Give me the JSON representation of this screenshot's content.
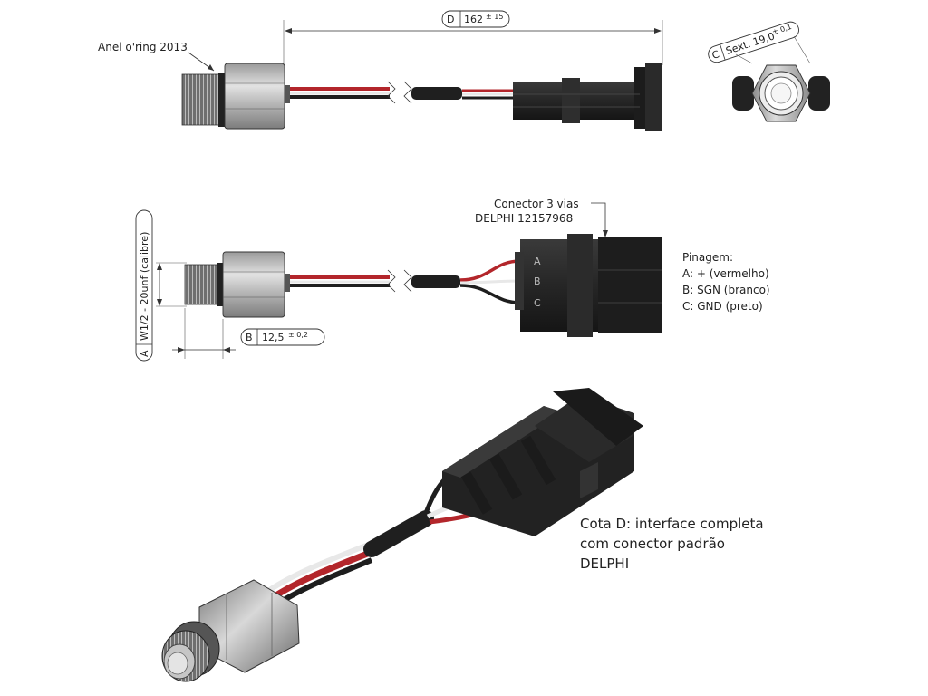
{
  "labels": {
    "oring": "Anel o'ring 2013",
    "connector_line1": "Conector 3 vias",
    "connector_line2": "DELPHI 12157968",
    "pinout_title": "Pinagem:",
    "pin_a": "A: + (vermelho)",
    "pin_b": "B: SGN (branco)",
    "pin_c": "C: GND (preto)",
    "note_line1": "Cota D: interface completa",
    "note_line2": "com conector padrão",
    "note_line3": "DELPHI"
  },
  "pin_letters": {
    "a": "A",
    "b": "B",
    "c": "C"
  },
  "dimensions": {
    "d": {
      "letter": "D",
      "value": "162",
      "tolerance": "± 15"
    },
    "c": {
      "letter": "C",
      "value": "Sext. 19,0",
      "tolerance": "± 0,1"
    },
    "a": {
      "letter": "A",
      "value": "W1/2 - 20unf (calibre)"
    },
    "b": {
      "letter": "B",
      "value": "12,5",
      "tolerance": "± 0,2"
    }
  },
  "colors": {
    "wire_red": "#b3262b",
    "wire_white": "#e8e8e8",
    "wire_black": "#1e1e1e",
    "connector": "#262626",
    "metal_light": "#d4d4d4",
    "metal_dark": "#8e8e8e"
  }
}
